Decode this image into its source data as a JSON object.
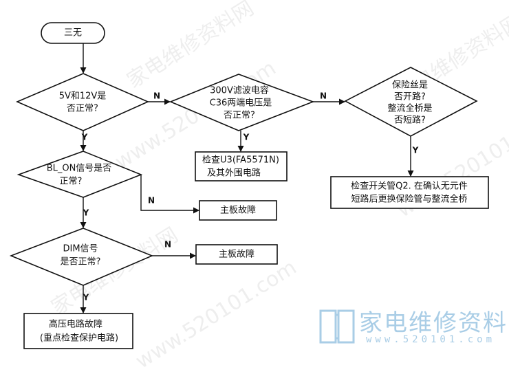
{
  "flowchart": {
    "start": "三无",
    "decision_5v12v": [
      "5V和12V是",
      "否正常?"
    ],
    "decision_300v": [
      "300V滤波电容",
      "C36两端电压是",
      "否正常?"
    ],
    "decision_fuse": [
      "保险丝是",
      "否开路?",
      "整流全桥是",
      "否短路?"
    ],
    "action_u3": [
      "检查U3(FA5571N)",
      "及其外围电路"
    ],
    "action_q2": [
      "检查开关管Q2. 在确认无元件",
      "短路后更换保险管与整流全桥"
    ],
    "decision_bl_on": [
      "BL_ON信号是否",
      "正常?"
    ],
    "fault_mainboard_1": "主板故障",
    "decision_dim": [
      "DIM信号",
      "是否正常?"
    ],
    "fault_mainboard_2": "主板故障",
    "fault_high_voltage": [
      "高压电路故障",
      "(重点检查保护电路)"
    ],
    "label_yes": "Y",
    "label_no": "N"
  },
  "watermark": {
    "diagonal": [
      "家电维修资料网",
      "www.520101.com",
      "家电维修资料网",
      "www.520101.com",
      "家电维修资料网",
      "www.520101.com"
    ],
    "logo_text": "家电维修资料网",
    "logo_url": "www.520101.com"
  },
  "colors": {
    "line": "#111111",
    "watermark": "#a9cde6"
  }
}
